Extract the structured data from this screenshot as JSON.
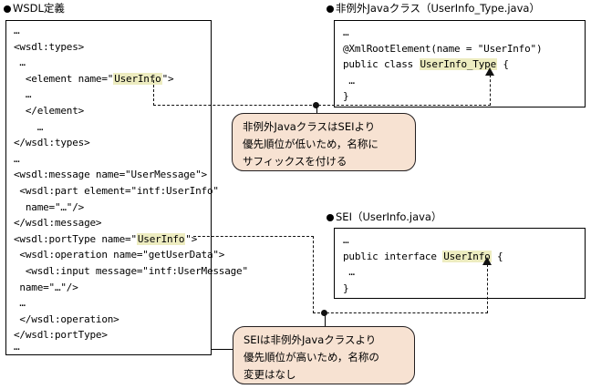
{
  "diagram": {
    "title_wsdl": "WSDL定義",
    "title_nonexempt": "非例外Javaクラス（UserInfo_Type.java）",
    "title_sei": "SEI（UserInfo.java）"
  },
  "wsdl_panel": {
    "lines": [
      "…",
      "<wsdl:types>",
      " …",
      "  <element name=\"",
      "  …",
      "  </element>",
      "    …",
      "</wsdl:types>",
      "…",
      "<wsdl:message name=\"UserMessage\">",
      " <wsdl:part element=\"intf:UserInfo\"",
      "  name=\"…\"/>",
      "</wsdl:message>",
      "<wsdl:portType name=\"",
      " <wsdl:operation name=\"getUserData\">",
      "  <wsdl:input message=\"intf:UserMessage\"",
      " name=\"…\"/>",
      " …",
      " </wsdl:operation>",
      "</wsdl:portType>",
      "…"
    ],
    "element_prefix": "  <element name=\"",
    "element_highlight": "UserInfo",
    "element_suffix": "\">",
    "porttype_prefix": "<wsdl:portType name=\"",
    "porttype_highlight": "UserInfo",
    "porttype_suffix": "\">"
  },
  "nonexempt_panel": {
    "line1": "…",
    "line2": "@XmlRootElement(name = \"UserInfo\")",
    "line3_prefix": "public class ",
    "line3_highlight": "UserInfo_Type",
    "line3_suffix": " {",
    "line4": " …",
    "line5": "}"
  },
  "sei_panel": {
    "line1": "…",
    "line2_prefix": "public interface ",
    "line2_highlight": "UserInfo",
    "line2_suffix": " {",
    "line3": " …",
    "line4": "}"
  },
  "callouts": {
    "top": "非例外JavaクラスはSEIより\n優先順位が低いため，名称に\nサフィックスを付ける",
    "bottom": "SEIは非例外Javaクラスより\n優先順位が高いため，名称の\n変更はなし"
  },
  "colors": {
    "highlight": "#edecc0",
    "callout_fill": "#f7e2d2",
    "border": "#000000"
  }
}
